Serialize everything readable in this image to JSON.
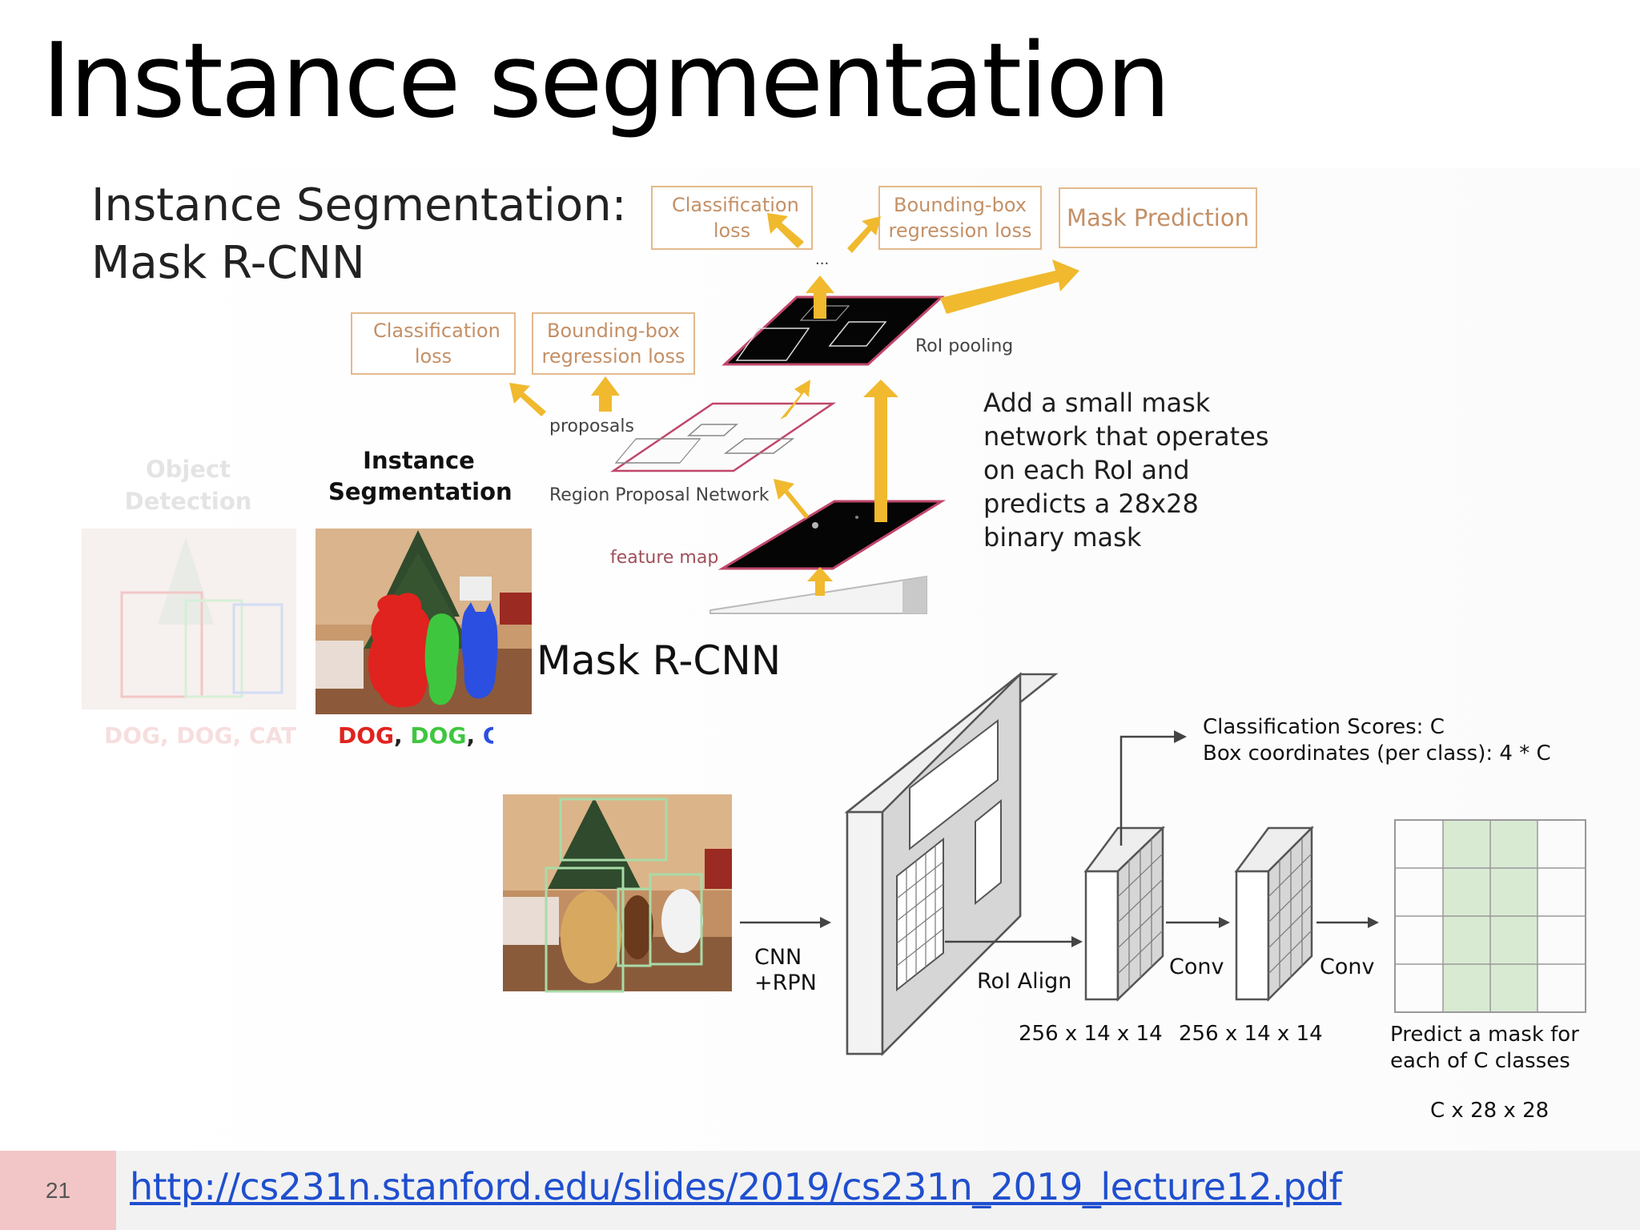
{
  "slide": {
    "title": "Instance segmentation",
    "page_number": "21",
    "link": "http://cs231n.stanford.edu/slides/2019/cs231n_2019_lecture12.pdf"
  },
  "top_figure": {
    "heading_line1": "Instance Segmentation:",
    "heading_line2": "Mask R-CNN",
    "box_classification_loss": "Classification loss",
    "box_bbox_regression_loss": "Bounding-box regression loss",
    "box_mask_prediction": "Mask Prediction",
    "ellipsis": "...",
    "label_roi_pooling": "RoI pooling",
    "label_proposals": "proposals",
    "label_rpn": "Region Proposal Network",
    "label_feature_map": "feature map",
    "description_lines": [
      "Add a small mask",
      "network that operates",
      "on each RoI and",
      "predicts a 28x28",
      "binary mask"
    ],
    "faded_caption_line1": "Object",
    "faded_caption_line2": "Detection",
    "faded_labels": "DOG, DOG, CAT",
    "caption_line1": "Instance",
    "caption_line2": "Segmentation",
    "label_dog1": "DOG",
    "label_dog2": "DOG",
    "label_cat_partial": "C"
  },
  "bottom_figure": {
    "heading": "Mask R-CNN",
    "label_cnn_line1": "CNN",
    "label_cnn_line2": "+RPN",
    "label_roi_align": "RoI Align",
    "label_conv1": "Conv",
    "label_conv2": "Conv",
    "dim1": "256 x 14 x 14",
    "dim2": "256 x 14 x 14",
    "scores_line1": "Classification Scores: C",
    "scores_line2": "Box coordinates (per class): 4 * C",
    "predict_line1": "Predict a mask for",
    "predict_line2": "each of C classes",
    "mask_dims": "C x 28 x 28"
  },
  "colors": {
    "arrow_yellow": "#f0b92e",
    "box_border": "#e3b98c",
    "box_text": "#c49066",
    "dog_red": "#e0231f",
    "dog_green": "#3fc63f",
    "cat_blue": "#2b4fe0",
    "mask_green": "#d9ead3",
    "link_blue": "#1f4fcf",
    "page_number_bg": "#f2c6c6"
  }
}
